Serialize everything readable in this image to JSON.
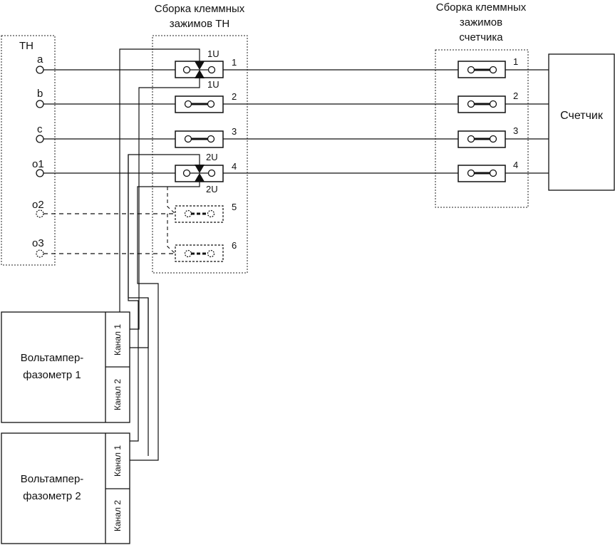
{
  "header": {
    "tn_block_title_line1": "Сборка клеммных",
    "tn_block_title_line2": "зажимов ТН",
    "meter_block_title_line1": "Сборка клеммных",
    "meter_block_title_line2": "зажимов",
    "meter_block_title_line3": "счетчика"
  },
  "tn": {
    "title": "ТН",
    "terminals": [
      {
        "label": "a",
        "style": "solid"
      },
      {
        "label": "b",
        "style": "solid"
      },
      {
        "label": "c",
        "style": "solid"
      },
      {
        "label": "o1",
        "style": "solid"
      },
      {
        "label": "o2",
        "style": "dashed"
      },
      {
        "label": "o3",
        "style": "dashed"
      }
    ]
  },
  "tn_block": {
    "clamps": [
      {
        "number": "1",
        "style": "solid"
      },
      {
        "number": "2",
        "style": "solid"
      },
      {
        "number": "3",
        "style": "solid"
      },
      {
        "number": "4",
        "style": "solid"
      },
      {
        "number": "5",
        "style": "dashed"
      },
      {
        "number": "6",
        "style": "dashed"
      }
    ],
    "probe_labels": {
      "p1_top": "1U",
      "p1_bottom": "1U",
      "p2_top": "2U",
      "p2_bottom": "2U"
    }
  },
  "meter_block": {
    "clamps": [
      {
        "number": "1"
      },
      {
        "number": "2"
      },
      {
        "number": "3"
      },
      {
        "number": "4"
      }
    ]
  },
  "meter": {
    "label": "Счетчик"
  },
  "devices": [
    {
      "name_line1": "Вольтампер-",
      "name_line2": "фазометр 1",
      "channel1": "Канал 1",
      "channel2": "Канал 2"
    },
    {
      "name_line1": "Вольтампер-",
      "name_line2": "фазометр 2",
      "channel1": "Канал 1",
      "channel2": "Канал 2"
    }
  ]
}
